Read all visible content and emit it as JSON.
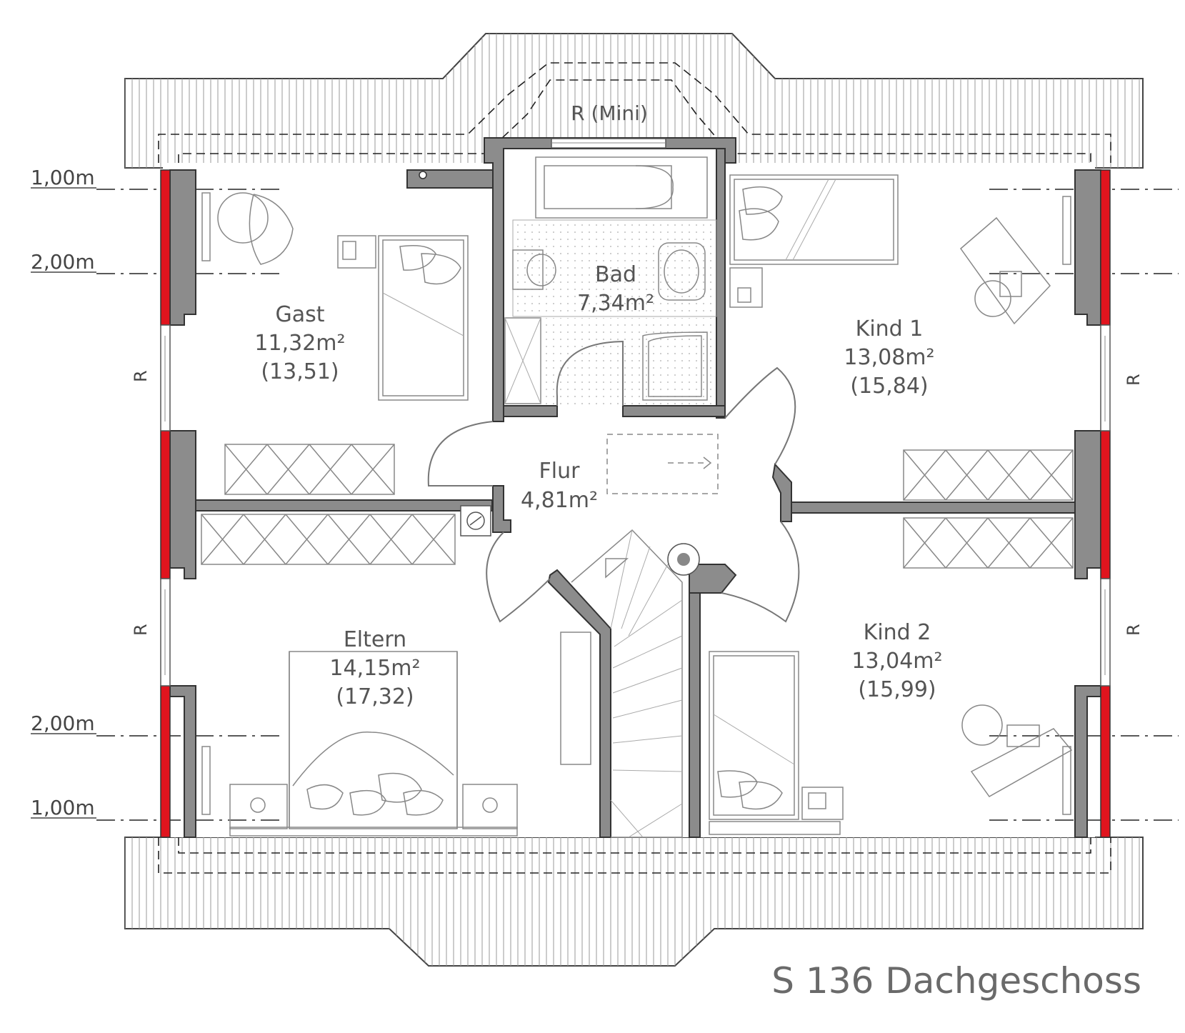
{
  "title": "S 136 Dachgeschoss",
  "roof_label": "R (Mini)",
  "rooms": [
    {
      "id": "gast",
      "name": "Gast",
      "area": "11,32m²",
      "sub": "(13,51)"
    },
    {
      "id": "bad",
      "name": "Bad",
      "area": "7,34m²",
      "sub": ""
    },
    {
      "id": "kind1",
      "name": "Kind 1",
      "area": "13,08m²",
      "sub": "(15,84)"
    },
    {
      "id": "flur",
      "name": "Flur",
      "area": "4,81m²",
      "sub": ""
    },
    {
      "id": "eltern",
      "name": "Eltern",
      "area": "14,15m²",
      "sub": "(17,32)"
    },
    {
      "id": "kind2",
      "name": "Kind 2",
      "area": "13,04m²",
      "sub": "(15,99)"
    }
  ],
  "height_marks": {
    "top_1": "1,00m",
    "top_2": "2,00m",
    "bottom_2": "2,00m",
    "bottom_1": "1,00m"
  },
  "window_marks": {
    "left_upper": "R",
    "left_lower": "R",
    "right_upper": "R",
    "right_lower": "R"
  },
  "colors": {
    "wall": "#8c8c8c",
    "window_red": "#e0141e",
    "text": "#555555",
    "title": "#6a6a6a"
  }
}
